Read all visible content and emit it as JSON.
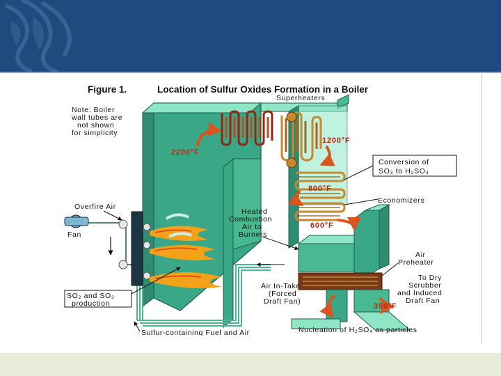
{
  "figure": {
    "number_label": "Figure 1.",
    "title": "Location of Sulfur Oxides Formation in a Boiler",
    "note_lines": [
      "Note:  Boiler",
      "wall tubes are",
      "not shown",
      "for simplicity"
    ],
    "labels": {
      "superheaters": "Superheaters",
      "conversion_line1": "Conversion of",
      "conversion_line2": "SO₃ to H₂SO₄",
      "economizers": "Economizers",
      "overfire_air": "Overfire Air",
      "fan": "Fan",
      "heated_line1": "Heated",
      "heated_line2": "Combustion",
      "heated_line3": "Air to",
      "heated_line4": "Burners",
      "air_preheater_line1": "Air",
      "air_preheater_line2": "Preheater",
      "scrubber_line1": "To Dry",
      "scrubber_line2": "Scrubber",
      "scrubber_line3": "and Induced",
      "scrubber_line4": "Draft Fan",
      "intake_line1": "Air In-Take",
      "intake_line2": "(Forced",
      "intake_line3": "Draft Fan)",
      "so_production_line1": "SO₂ and SO₃",
      "so_production_line2": "production",
      "fuel_air": "Sulfur-containing Fuel and Air",
      "nucleation": "Nucleation of H₂SO₄ as particles"
    },
    "temperatures": {
      "t2200": "2200°F",
      "t1200": "1200°F",
      "t800": "800°F",
      "t600": "600°F",
      "t350": "350°F"
    },
    "colors": {
      "boiler_green": "#3aa886",
      "light_teal": "#8fe6c6",
      "duct_teal": "#49b992",
      "superheater_tube": "#8c2a12",
      "economizer_tube": "#c8882e",
      "arrow_orange": "#d9541e",
      "flame": "#f4a21a",
      "banner_blue": "#1e4a7e"
    }
  }
}
